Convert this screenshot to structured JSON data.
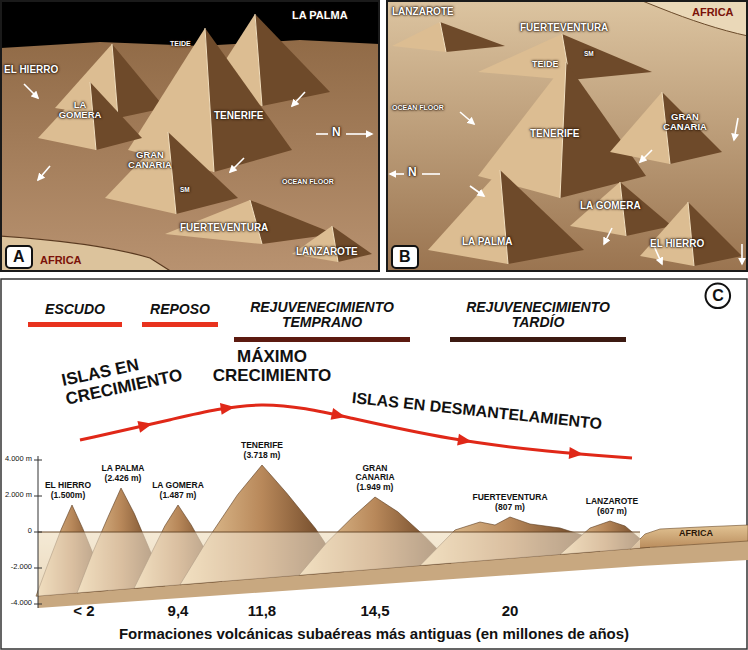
{
  "diagram": {
    "caption": "Formaciones volcánicas subaéreas más antiguas (en millones de años)",
    "nodes": [
      {
        "text": [
          "A"
        ]
      },
      {
        "text": [
          "B"
        ]
      },
      {
        "text": [
          "C"
        ]
      }
    ],
    "labels": [
      "LA PALMA",
      "TEIDE",
      "EL HIERRO",
      "LA GOMERA",
      "TENERIFE",
      "GRAN CANARIA",
      "SM",
      "N",
      "OCEAN FLOOR",
      "FUERTEVENTURA",
      "LANZAROTE",
      "AFRICA",
      "LANZAROTE",
      "AFRICA",
      "FUERTEVENTURA",
      "SM",
      "TEIDE",
      "OCEAN FLOOR",
      "GRAN CANARIA",
      "TENERIFE",
      "N",
      "LA GOMERA",
      "LA PALMA",
      "EL HIERRO",
      "ESCUDO",
      "REPOSO",
      "REJUVENECIMIENTO TEMPRANO",
      "REJUVENECIMIENTO TARDÍO",
      "ISLAS EN CRECIMIENTO",
      "MÁXIMO CRECIMIENTO",
      "ISLAS EN DESMANTELAMIENTO",
      "4.000 m",
      "2.000 m",
      "0",
      "-2.000",
      "-4.000",
      "EL HIERRO (1.500m)",
      "LA PALMA (2.426 m)",
      "LA GOMERA (1.487 m)",
      "TENERIFE (3.718 m)",
      "GRAN CANARIA (1.949 m)",
      "FUERTEVENTURA (807 m)",
      "LANZAROTE (607 m)",
      "AFRICA",
      "< 2",
      "9,4",
      "11,8",
      "14,5",
      "20"
    ]
  }
}
